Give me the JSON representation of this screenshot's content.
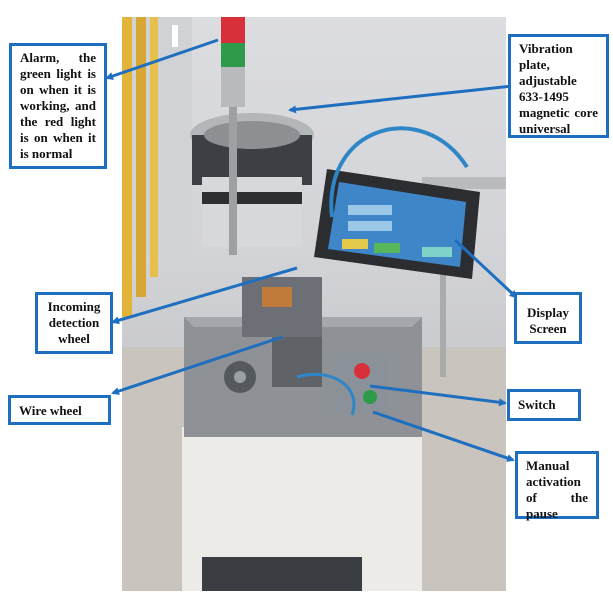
{
  "callouts": {
    "alarm": "Alarm, the green light is on when it is working, and the red light is on when it is normal",
    "vibration_plate": "Vibration plate, adjustable 633-1495 magnetic core universal",
    "incoming_detection_wheel": "Incoming detection wheel",
    "display_screen": "Display Screen",
    "wire_wheel": "Wire wheel",
    "switch": "Switch",
    "manual_pause": "Manual activation of the pause"
  },
  "colors": {
    "callout_border": "#1f6fc0",
    "leader_line": "#1f6fc0",
    "screen_blue": "#3f86c8",
    "cable_blue": "#2f86c6",
    "light_red": "#d8303a",
    "light_green": "#2f9a4a"
  }
}
